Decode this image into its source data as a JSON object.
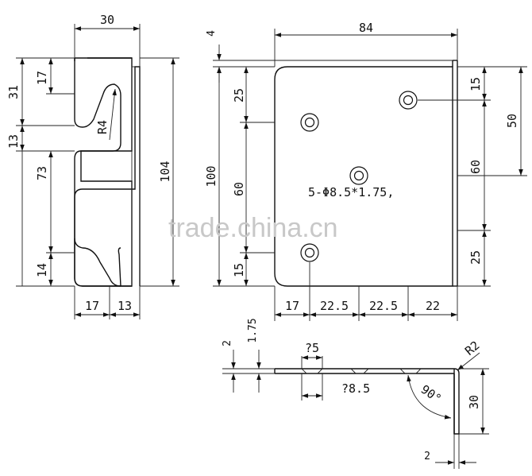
{
  "watermark": "trade.china.cn",
  "hole_note": "5-Φ8.5*1.75,",
  "side_view": {
    "width": "30",
    "height": "104",
    "seg_top": "31",
    "seg_slot_top": "17",
    "seg_mid": "13",
    "seg_lower": "73",
    "seg_bottom": "14",
    "bottom_left": "17",
    "bottom_right": "13",
    "radius": "R4"
  },
  "front_view": {
    "top_offset": "4",
    "width": "84",
    "height": "100",
    "left_top": "25",
    "left_mid": "60",
    "left_bottom": "15",
    "right_top": "15",
    "right_mid": "60",
    "right_bottom": "25",
    "right_span": "50",
    "bottom_1": "17",
    "bottom_2": "22.5",
    "bottom_3": "22.5",
    "bottom_4": "22"
  },
  "section_view": {
    "thickness": "2",
    "countersink_depth": "1.75",
    "countersink_dia": "?5",
    "hole_dia": "?8.5",
    "angle": "90°",
    "bend_radius": "R2",
    "flange_height": "30",
    "flange_thickness": "2"
  }
}
